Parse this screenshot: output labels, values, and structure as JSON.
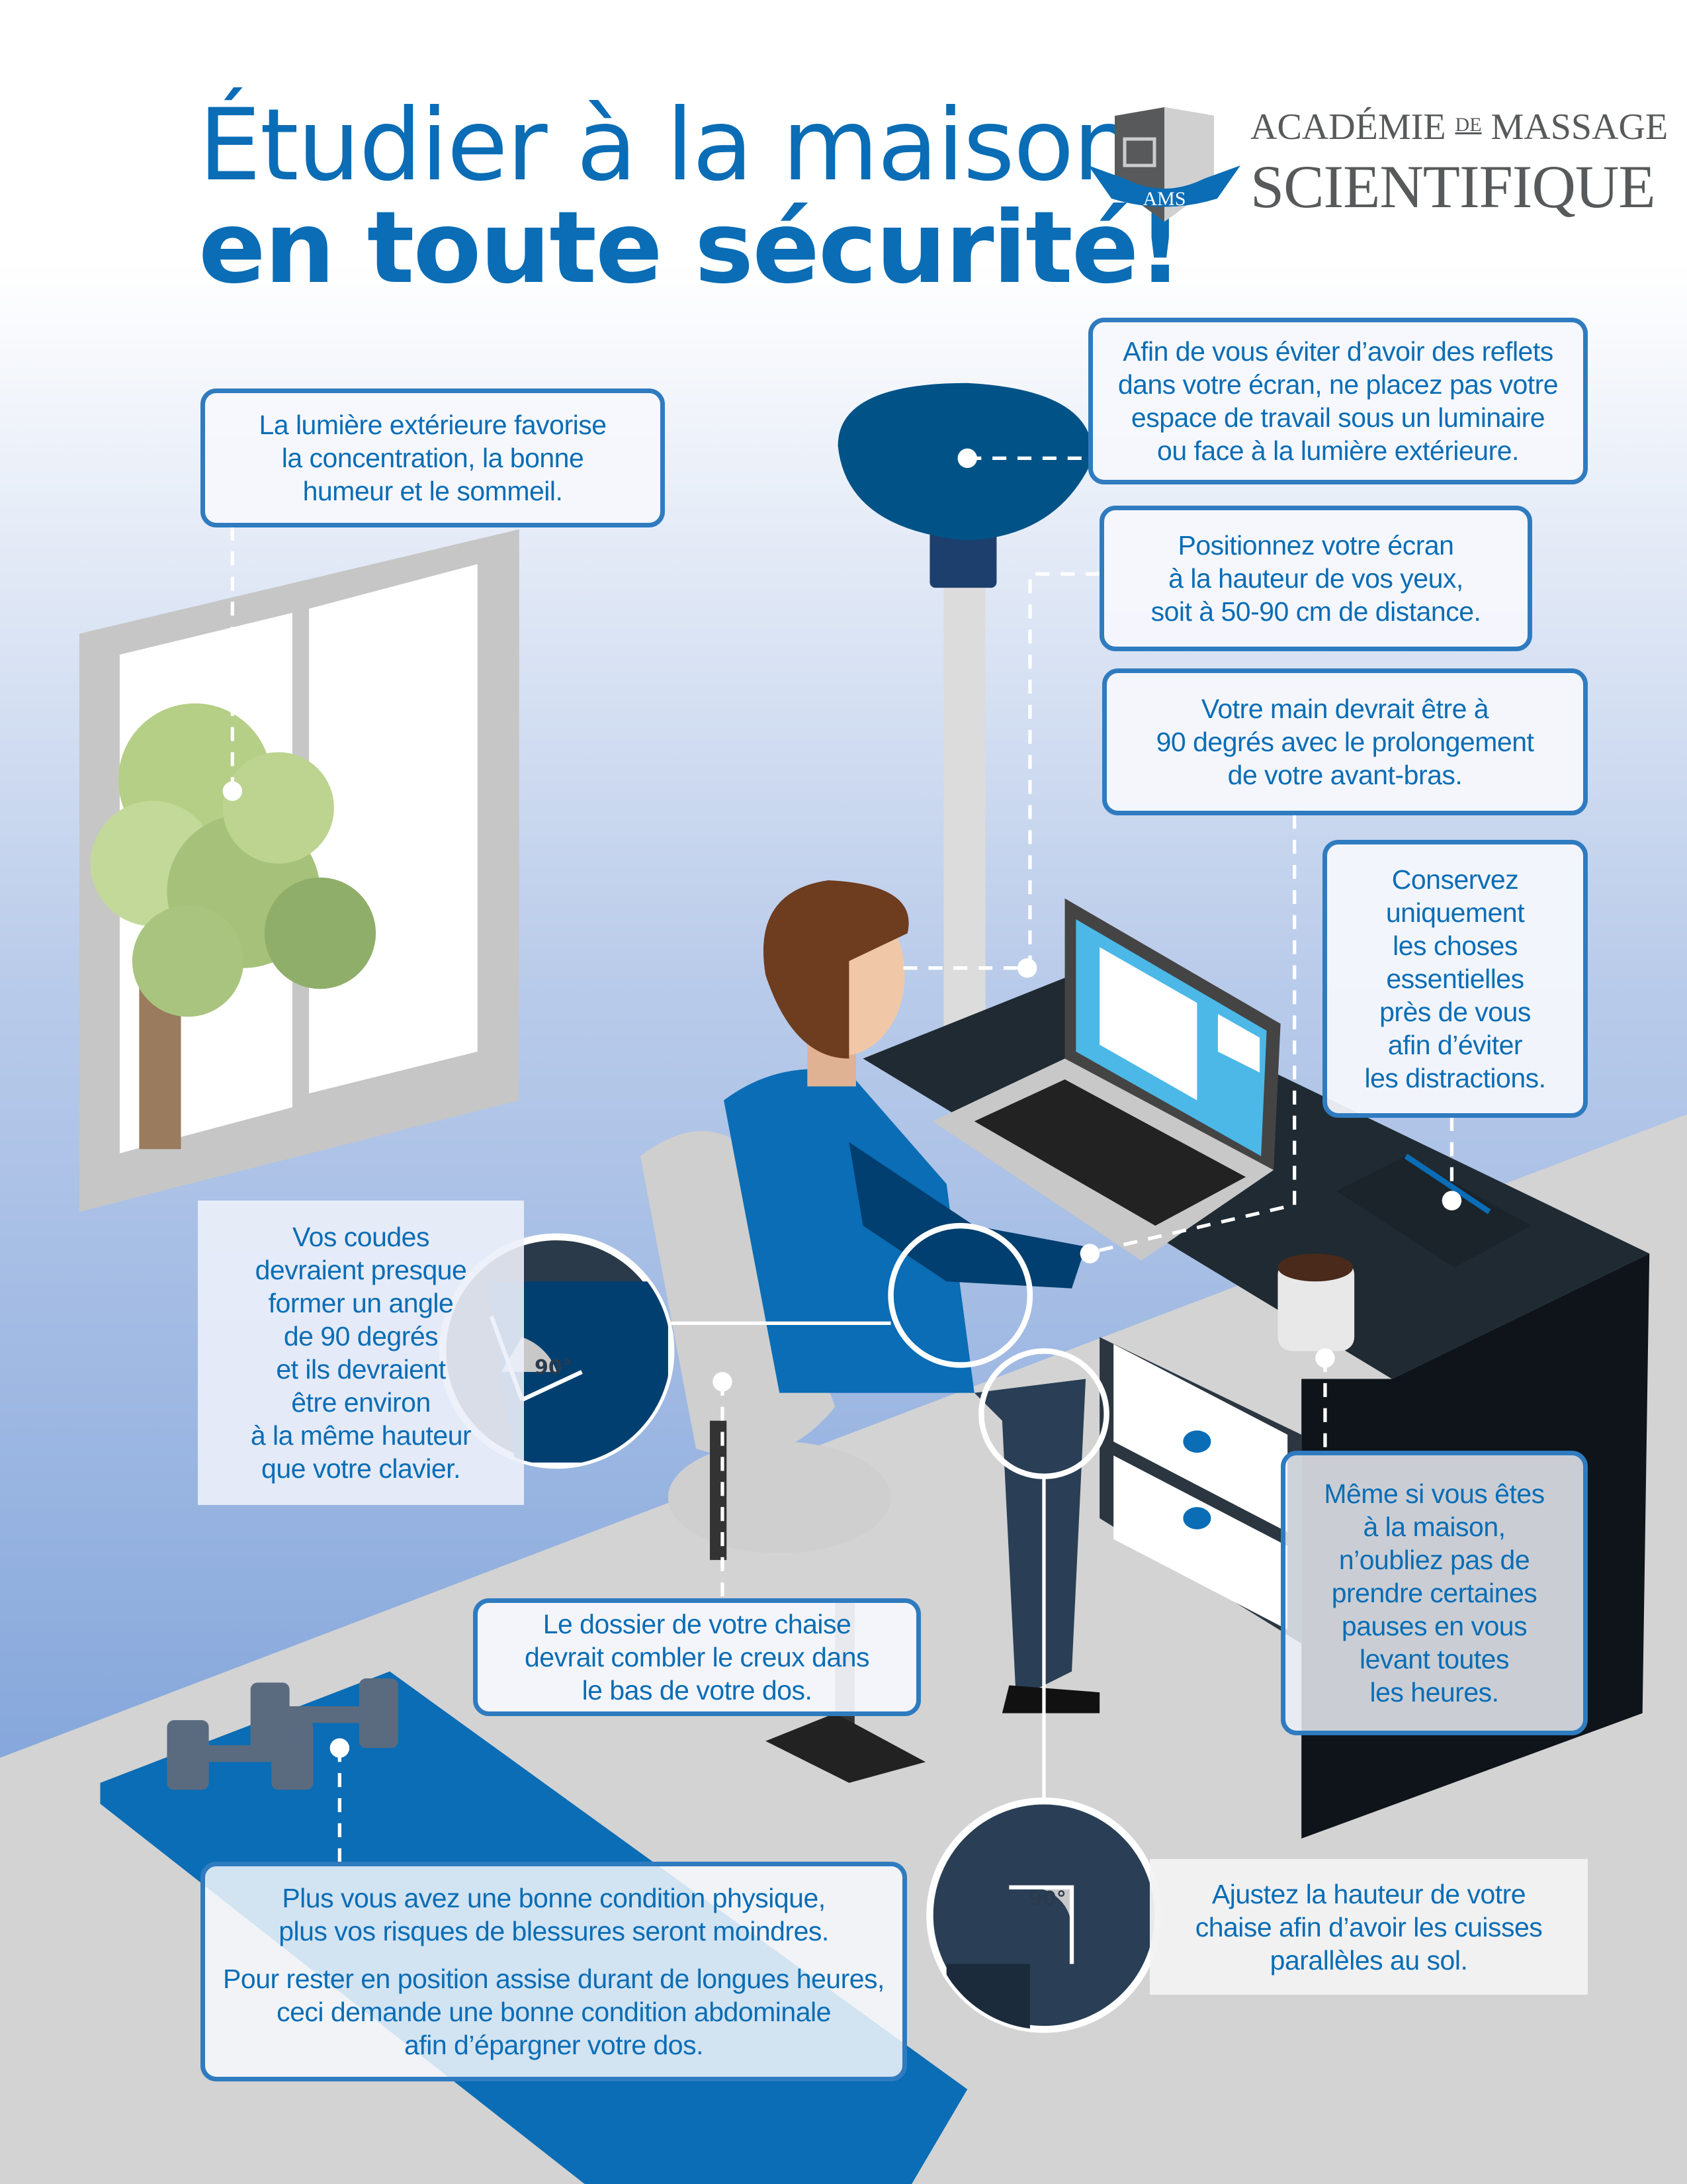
{
  "title": {
    "line1": "Étudier à la maison",
    "line2": "en toute sécurité!"
  },
  "logo": {
    "line1_a": "ACADÉMIE",
    "line1_de": "DE",
    "line1_b": "MASSAGE",
    "line2": "SCIENTIFIQUE",
    "badge": "AMS"
  },
  "tips": {
    "light": [
      "La lumière extérieure favorise",
      "la concentration, la bonne",
      "humeur et le sommeil."
    ],
    "glare": [
      "Afin de vous éviter d’avoir des reflets",
      "dans votre écran, ne placez pas votre",
      "espace de travail sous un luminaire",
      "ou face à la lumière extérieure."
    ],
    "screen": [
      "Positionnez votre écran",
      "à la hauteur de vos yeux,",
      "soit à 50-90 cm de distance."
    ],
    "hand": [
      "Votre main devrait être à",
      "90 degrés avec le prolongement",
      "de votre avant-bras."
    ],
    "essentials": [
      "Conservez",
      "uniquement",
      "les choses",
      "essentielles",
      "près de vous",
      "afin d’éviter",
      "les distractions."
    ],
    "elbows": [
      "Vos coudes",
      "devraient presque",
      "former un angle",
      "de 90 degrés",
      "et ils devraient",
      "être environ",
      "à la même hauteur",
      "que votre clavier."
    ],
    "backrest": [
      "Le dossier de votre chaise",
      "devrait combler le creux dans",
      "le bas de votre dos."
    ],
    "breaks": [
      "Même si vous êtes",
      "à la maison,",
      "n’oubliez pas de",
      "prendre certaines",
      "pauses en vous",
      "levant toutes",
      "les heures."
    ],
    "chair_height": [
      "Ajustez la hauteur de votre",
      "chaise afin d’avoir les cuisses",
      "parallèles au sol."
    ],
    "fitness_p1": [
      "Plus vous avez une bonne condition physique,",
      "plus vos risques de blessures seront moindres."
    ],
    "fitness_p2": [
      "Pour rester en position assise durant de longues heures,",
      "ceci demande une bonne condition abdominale",
      "afin d’épargner votre dos."
    ]
  },
  "angle_labels": {
    "elbow": "90°",
    "knee": "90°"
  },
  "colors": {
    "brand_blue": "#0a6db5",
    "box_border": "#2f7bc0",
    "wall_bottom": "#8fb0de",
    "floor": "#d4d4d4",
    "desk": "#1f2a33"
  }
}
